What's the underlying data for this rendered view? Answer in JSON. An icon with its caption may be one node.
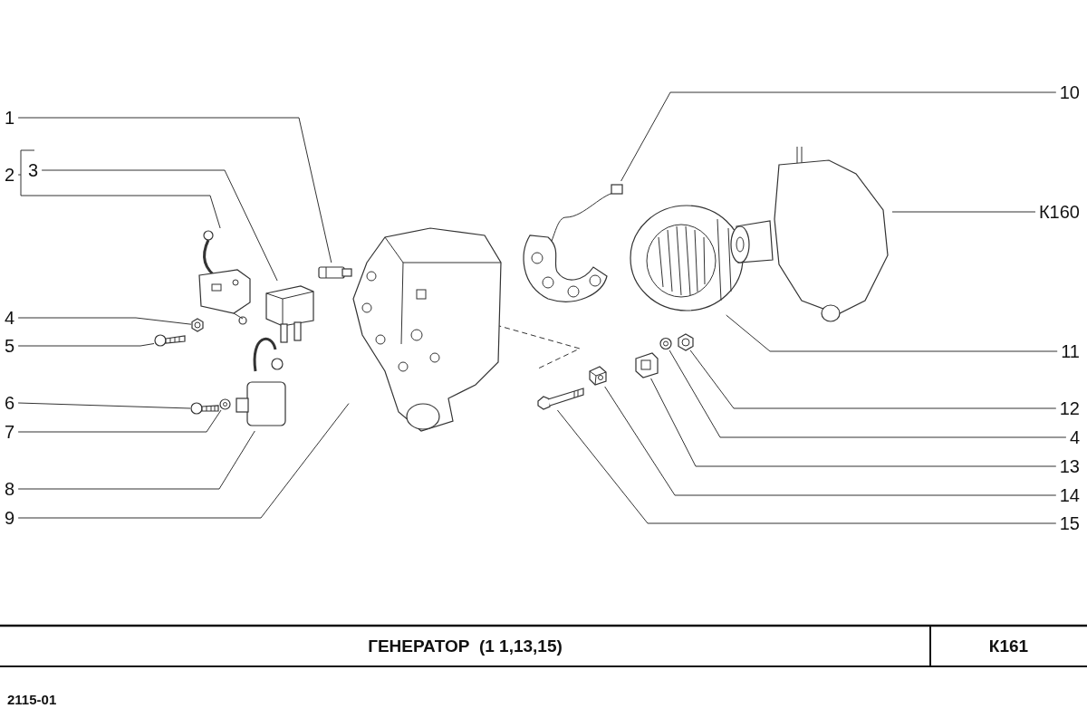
{
  "diagram": {
    "title": "ГЕНЕРАТОР  (1 1,13,15)",
    "nodes": [
      {
        "text": [
          "1"
        ]
      },
      {
        "text": [
          "2"
        ]
      },
      {
        "text": [
          "3"
        ]
      },
      {
        "text": [
          "4"
        ]
      },
      {
        "text": [
          "5"
        ]
      },
      {
        "text": [
          "6"
        ]
      },
      {
        "text": [
          "7"
        ]
      },
      {
        "text": [
          "8"
        ]
      },
      {
        "text": [
          "9"
        ]
      },
      {
        "text": [
          "10"
        ]
      },
      {
        "text": [
          "К160"
        ]
      },
      {
        "text": [
          "11"
        ]
      },
      {
        "text": [
          "12"
        ]
      },
      {
        "text": [
          "4"
        ]
      },
      {
        "text": [
          "13"
        ]
      },
      {
        "text": [
          "14"
        ]
      },
      {
        "text": [
          "15"
        ]
      },
      {
        "text": [],
        "shape": "picture"
      },
      {
        "text": [],
        "shape": "picture"
      },
      {
        "text": [],
        "shape": "picture"
      },
      {
        "text": [],
        "shape": "picture"
      },
      {
        "text": [],
        "shape": "picture"
      },
      {
        "text": [],
        "shape": "picture"
      },
      {
        "text": [],
        "shape": "picture"
      },
      {
        "text": [],
        "shape": "picture"
      },
      {
        "text": [],
        "shape": "picture"
      },
      {
        "text": [],
        "shape": "picture"
      },
      {
        "text": [],
        "shape": "picture"
      },
      {
        "text": [],
        "shape": "picture"
      },
      {
        "text": [],
        "shape": "picture"
      },
      {
        "text": [],
        "shape": "picture"
      },
      {
        "text": [],
        "shape": "picture"
      },
      {
        "text": [],
        "shape": "picture"
      },
      {
        "text": [],
        "shape": "picture"
      }
    ],
    "edges": [
      {
        "from": 0,
        "to": 17,
        "arrow": "none"
      },
      {
        "from": 1,
        "to": 18,
        "arrow": "none"
      },
      {
        "from": 2,
        "to": 19,
        "arrow": "none"
      },
      {
        "from": 3,
        "to": 20,
        "arrow": "none"
      },
      {
        "from": 4,
        "to": 21,
        "arrow": "none"
      },
      {
        "from": 5,
        "to": 22,
        "arrow": "none"
      },
      {
        "from": 6,
        "to": 23,
        "arrow": "none"
      },
      {
        "from": 7,
        "to": 24,
        "arrow": "none"
      },
      {
        "from": 8,
        "to": 25,
        "arrow": "none"
      },
      {
        "from": 9,
        "to": 26,
        "arrow": "none"
      },
      {
        "from": 10,
        "to": 28,
        "arrow": "none"
      },
      {
        "from": 11,
        "to": 27,
        "arrow": "none"
      },
      {
        "from": 12,
        "to": 29,
        "arrow": "none"
      },
      {
        "from": 13,
        "to": 30,
        "arrow": "none"
      },
      {
        "from": 14,
        "to": 31,
        "arrow": "none"
      },
      {
        "from": 15,
        "to": 32,
        "arrow": "none"
      },
      {
        "from": 16,
        "to": 33,
        "arrow": "none"
      }
    ],
    "labels": [
      "К161",
      "2115-01"
    ]
  }
}
